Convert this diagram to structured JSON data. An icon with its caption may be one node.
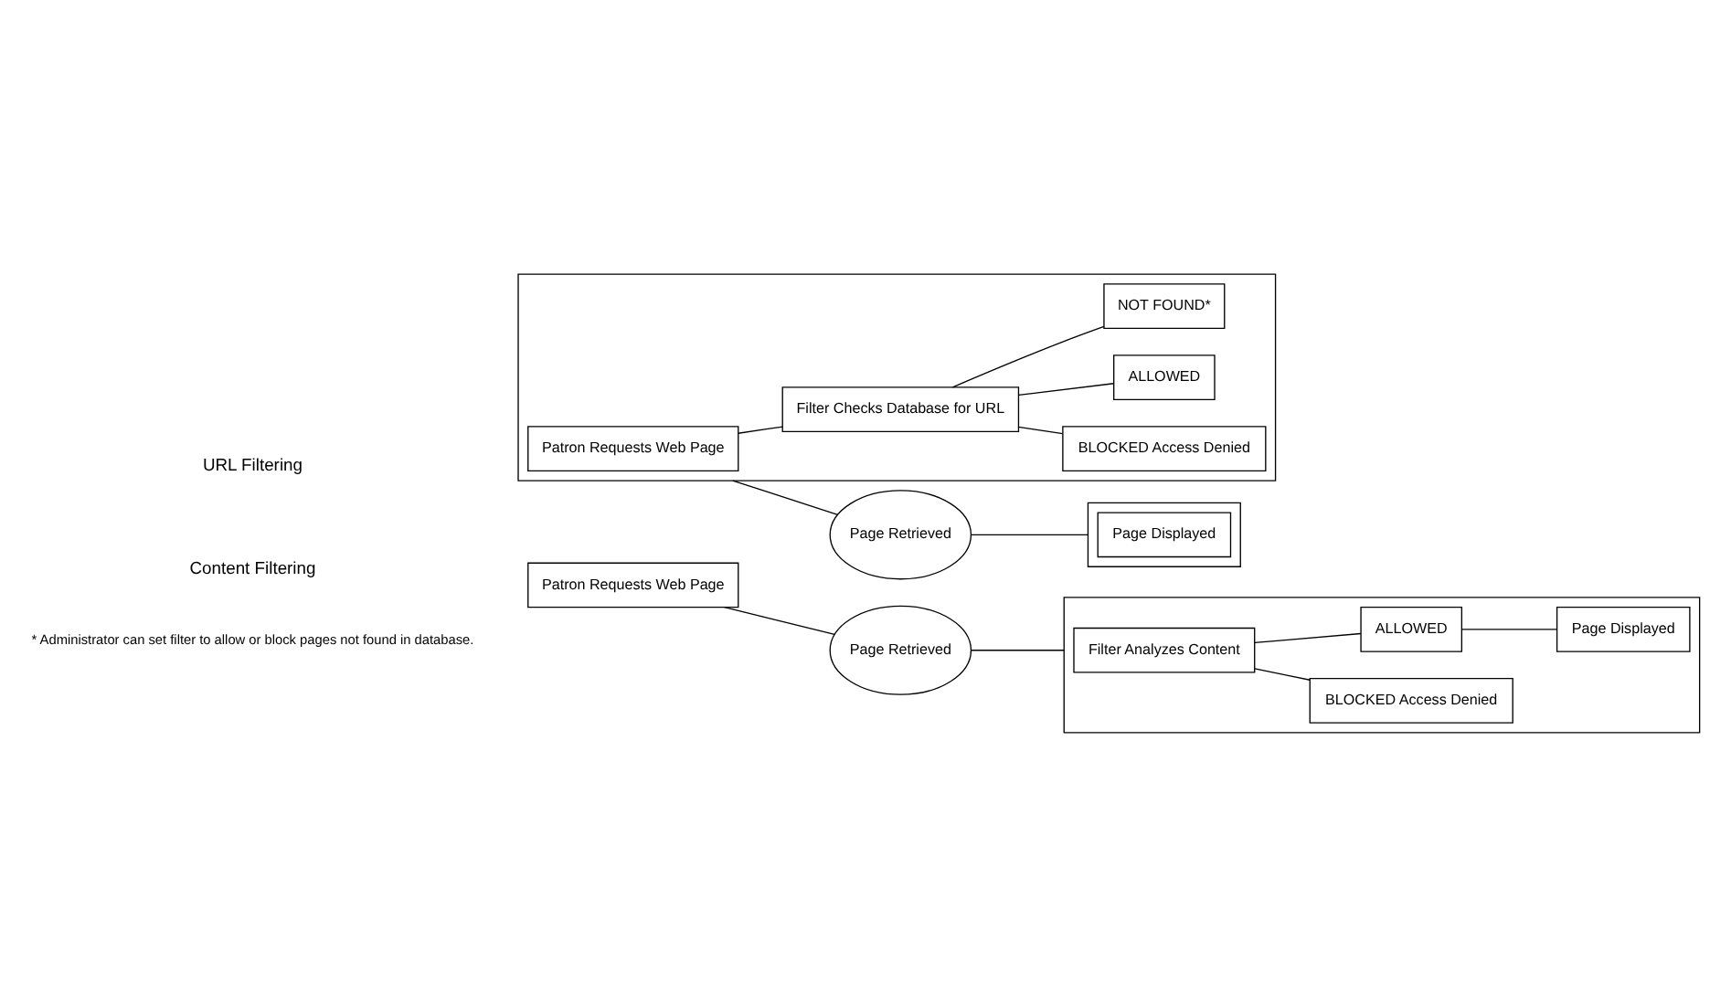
{
  "diagram": {
    "nodes": [
      {
        "text": [],
        "shape": "box"
      },
      {
        "text": [
          "Patron Requests Web Page"
        ],
        "in": 0
      },
      {
        "text": [
          "Filter Checks Database for URL"
        ],
        "in": 0
      },
      {
        "text": [
          "BLOCKED Access Denied"
        ],
        "in": 0
      },
      {
        "text": [
          "ALLOWED"
        ],
        "in": 0
      },
      {
        "text": [
          "NOT FOUND*"
        ],
        "in": 0
      },
      {
        "text": [
          "Page Retrieved"
        ]
      },
      {
        "text": [],
        "shape": "box"
      },
      {
        "text": [
          "Page Displayed"
        ],
        "in": 7
      },
      {
        "text": [
          "Patron Requests Web Page"
        ]
      },
      {
        "text": [
          "Page Retrieved"
        ]
      },
      {
        "text": [],
        "shape": "box"
      },
      {
        "text": [
          "Filter Analyzes Content"
        ],
        "in": 11
      },
      {
        "text": [
          "BLOCKED Access Denied"
        ],
        "in": 11
      },
      {
        "text": [
          "ALLOWED"
        ],
        "in": 11
      },
      {
        "text": [
          "Page Displayed"
        ],
        "in": 11
      }
    ],
    "edges": [
      {
        "from": 1,
        "to": 2,
        "arrow": "none"
      },
      {
        "from": 2,
        "to": 3,
        "arrow": "none"
      },
      {
        "from": 2,
        "to": 4,
        "arrow": "none"
      },
      {
        "from": 2,
        "to": 5,
        "arrow": "none"
      },
      {
        "from": 0,
        "to": 6,
        "arrow": "none"
      },
      {
        "from": 6,
        "to": 7,
        "arrow": "none"
      },
      {
        "from": 9,
        "to": 10,
        "arrow": "none"
      },
      {
        "from": 10,
        "to": 11,
        "arrow": "none"
      },
      {
        "from": 12,
        "to": 13,
        "arrow": "none"
      },
      {
        "from": 12,
        "to": 14,
        "arrow": "none"
      },
      {
        "from": 14,
        "to": 15,
        "arrow": "none"
      }
    ],
    "labels": [
      "URL Filtering",
      "Content Filtering",
      "* Administrator can set filter to allow or block pages not found in database."
    ]
  }
}
